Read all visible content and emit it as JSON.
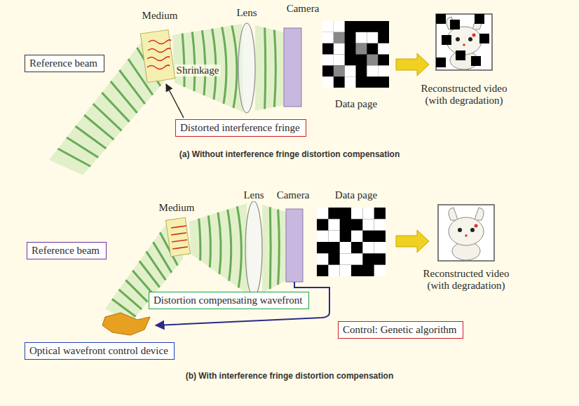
{
  "diagram": {
    "nodes": [
      {
        "text": [
          "Reference beam"
        ]
      },
      {
        "text": [
          "Distorted interference fringe"
        ]
      },
      {
        "text": [
          "Reference beam"
        ]
      },
      {
        "text": [
          "Distortion compensating wavefront"
        ]
      },
      {
        "text": [
          "Control: Genetic algorithm"
        ]
      },
      {
        "text": [
          "Optical wavefront control device"
        ]
      }
    ],
    "labels": [
      "Medium",
      "Lens",
      "Camera",
      "Shrinkage",
      "Data page",
      "Reconstructed video (with degradation)",
      "(a) Without interference fringe distortion compensation",
      "Lens",
      "Camera",
      "Data page",
      "Medium",
      "Reconstructed video (with degradation)",
      "(b) With interference fringe distortion compensation"
    ]
  }
}
